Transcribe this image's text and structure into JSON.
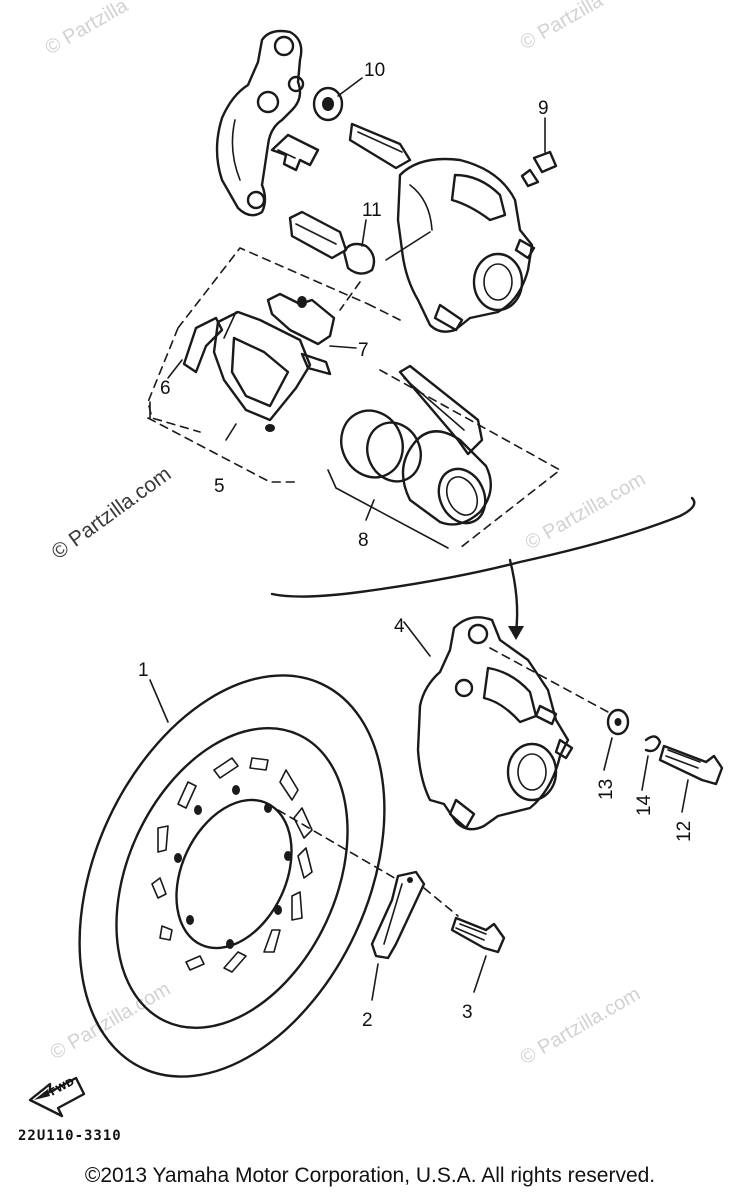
{
  "diagram": {
    "callouts": [
      {
        "id": "1",
        "label": "1"
      },
      {
        "id": "2",
        "label": "2"
      },
      {
        "id": "3",
        "label": "3"
      },
      {
        "id": "4",
        "label": "4"
      },
      {
        "id": "5",
        "label": "5"
      },
      {
        "id": "6",
        "label": "6"
      },
      {
        "id": "7",
        "label": "7"
      },
      {
        "id": "8",
        "label": "8"
      },
      {
        "id": "9",
        "label": "9"
      },
      {
        "id": "10",
        "label": "10"
      },
      {
        "id": "11",
        "label": "11"
      },
      {
        "id": "12",
        "label": "12"
      },
      {
        "id": "13",
        "label": "13"
      },
      {
        "id": "14",
        "label": "14"
      }
    ],
    "direction_label": "FWD",
    "diagram_code": "22U110-3310",
    "watermark": "© Partzilla.com",
    "watermark_short": "© Partzilla",
    "copyright": "©2013  Yamaha Motor Corporation, U.S.A. All rights reserved."
  }
}
